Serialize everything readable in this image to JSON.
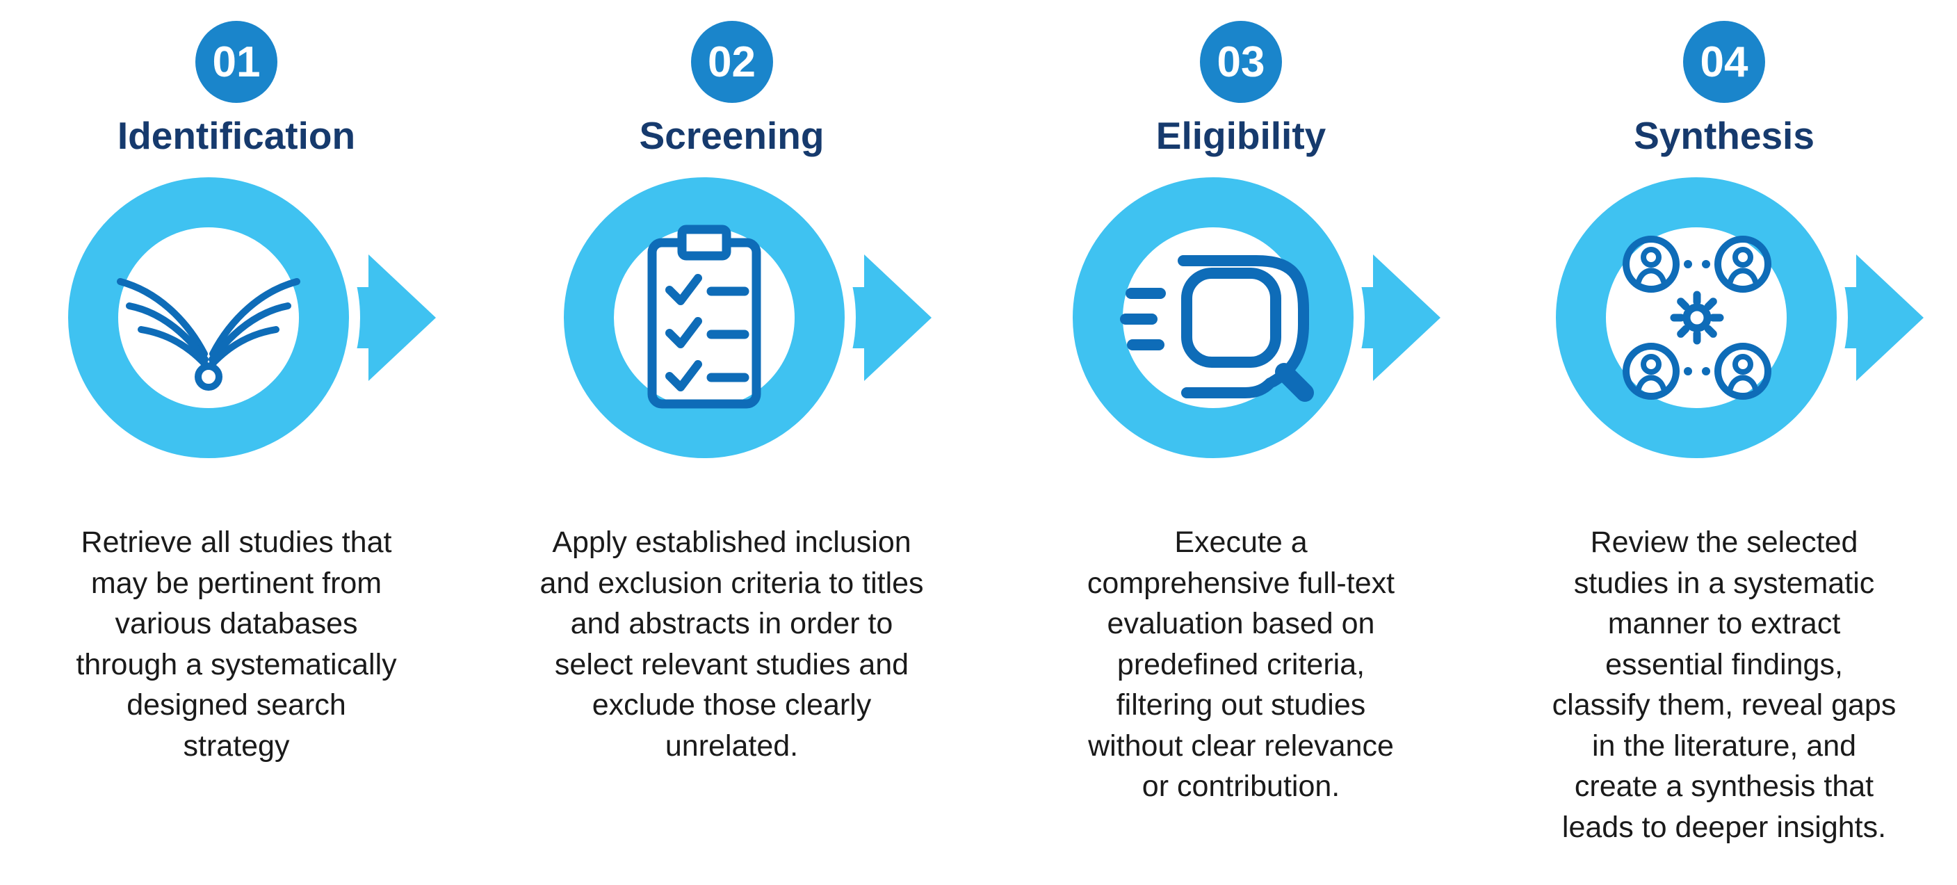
{
  "steps": [
    {
      "number": "01",
      "title": "Identification",
      "icon": "open-book-icon",
      "description": "Retrieve all studies that\nmay be pertinent from\nvarious databases\nthrough a systematically\ndesigned search\nstrategy"
    },
    {
      "number": "02",
      "title": "Screening",
      "icon": "checklist-clipboard-icon",
      "description": "Apply established inclusion\nand exclusion criteria to titles\nand abstracts in order to\nselect relevant studies and\nexclude those clearly\nunrelated."
    },
    {
      "number": "03",
      "title": "Eligibility",
      "icon": "fast-magnifier-icon",
      "description": "Execute a\ncomprehensive full-text\nevaluation based on\npredefined criteria,\nfiltering out studies\nwithout clear relevance\nor contribution."
    },
    {
      "number": "04",
      "title": "Synthesis",
      "icon": "team-gear-icon",
      "description": "Review the selected\nstudies in a systematic\nmanner to extract\nessential findings,\nclassify them, reveal gaps\nin the literature, and\ncreate a synthesis that\nleads to deeper insights."
    }
  ],
  "colors": {
    "badge": "#1a85cb",
    "ring": "#3fc2f1",
    "stroke": "#0e6cb8",
    "title": "#163a6d",
    "desc": "#1a1a1a"
  }
}
